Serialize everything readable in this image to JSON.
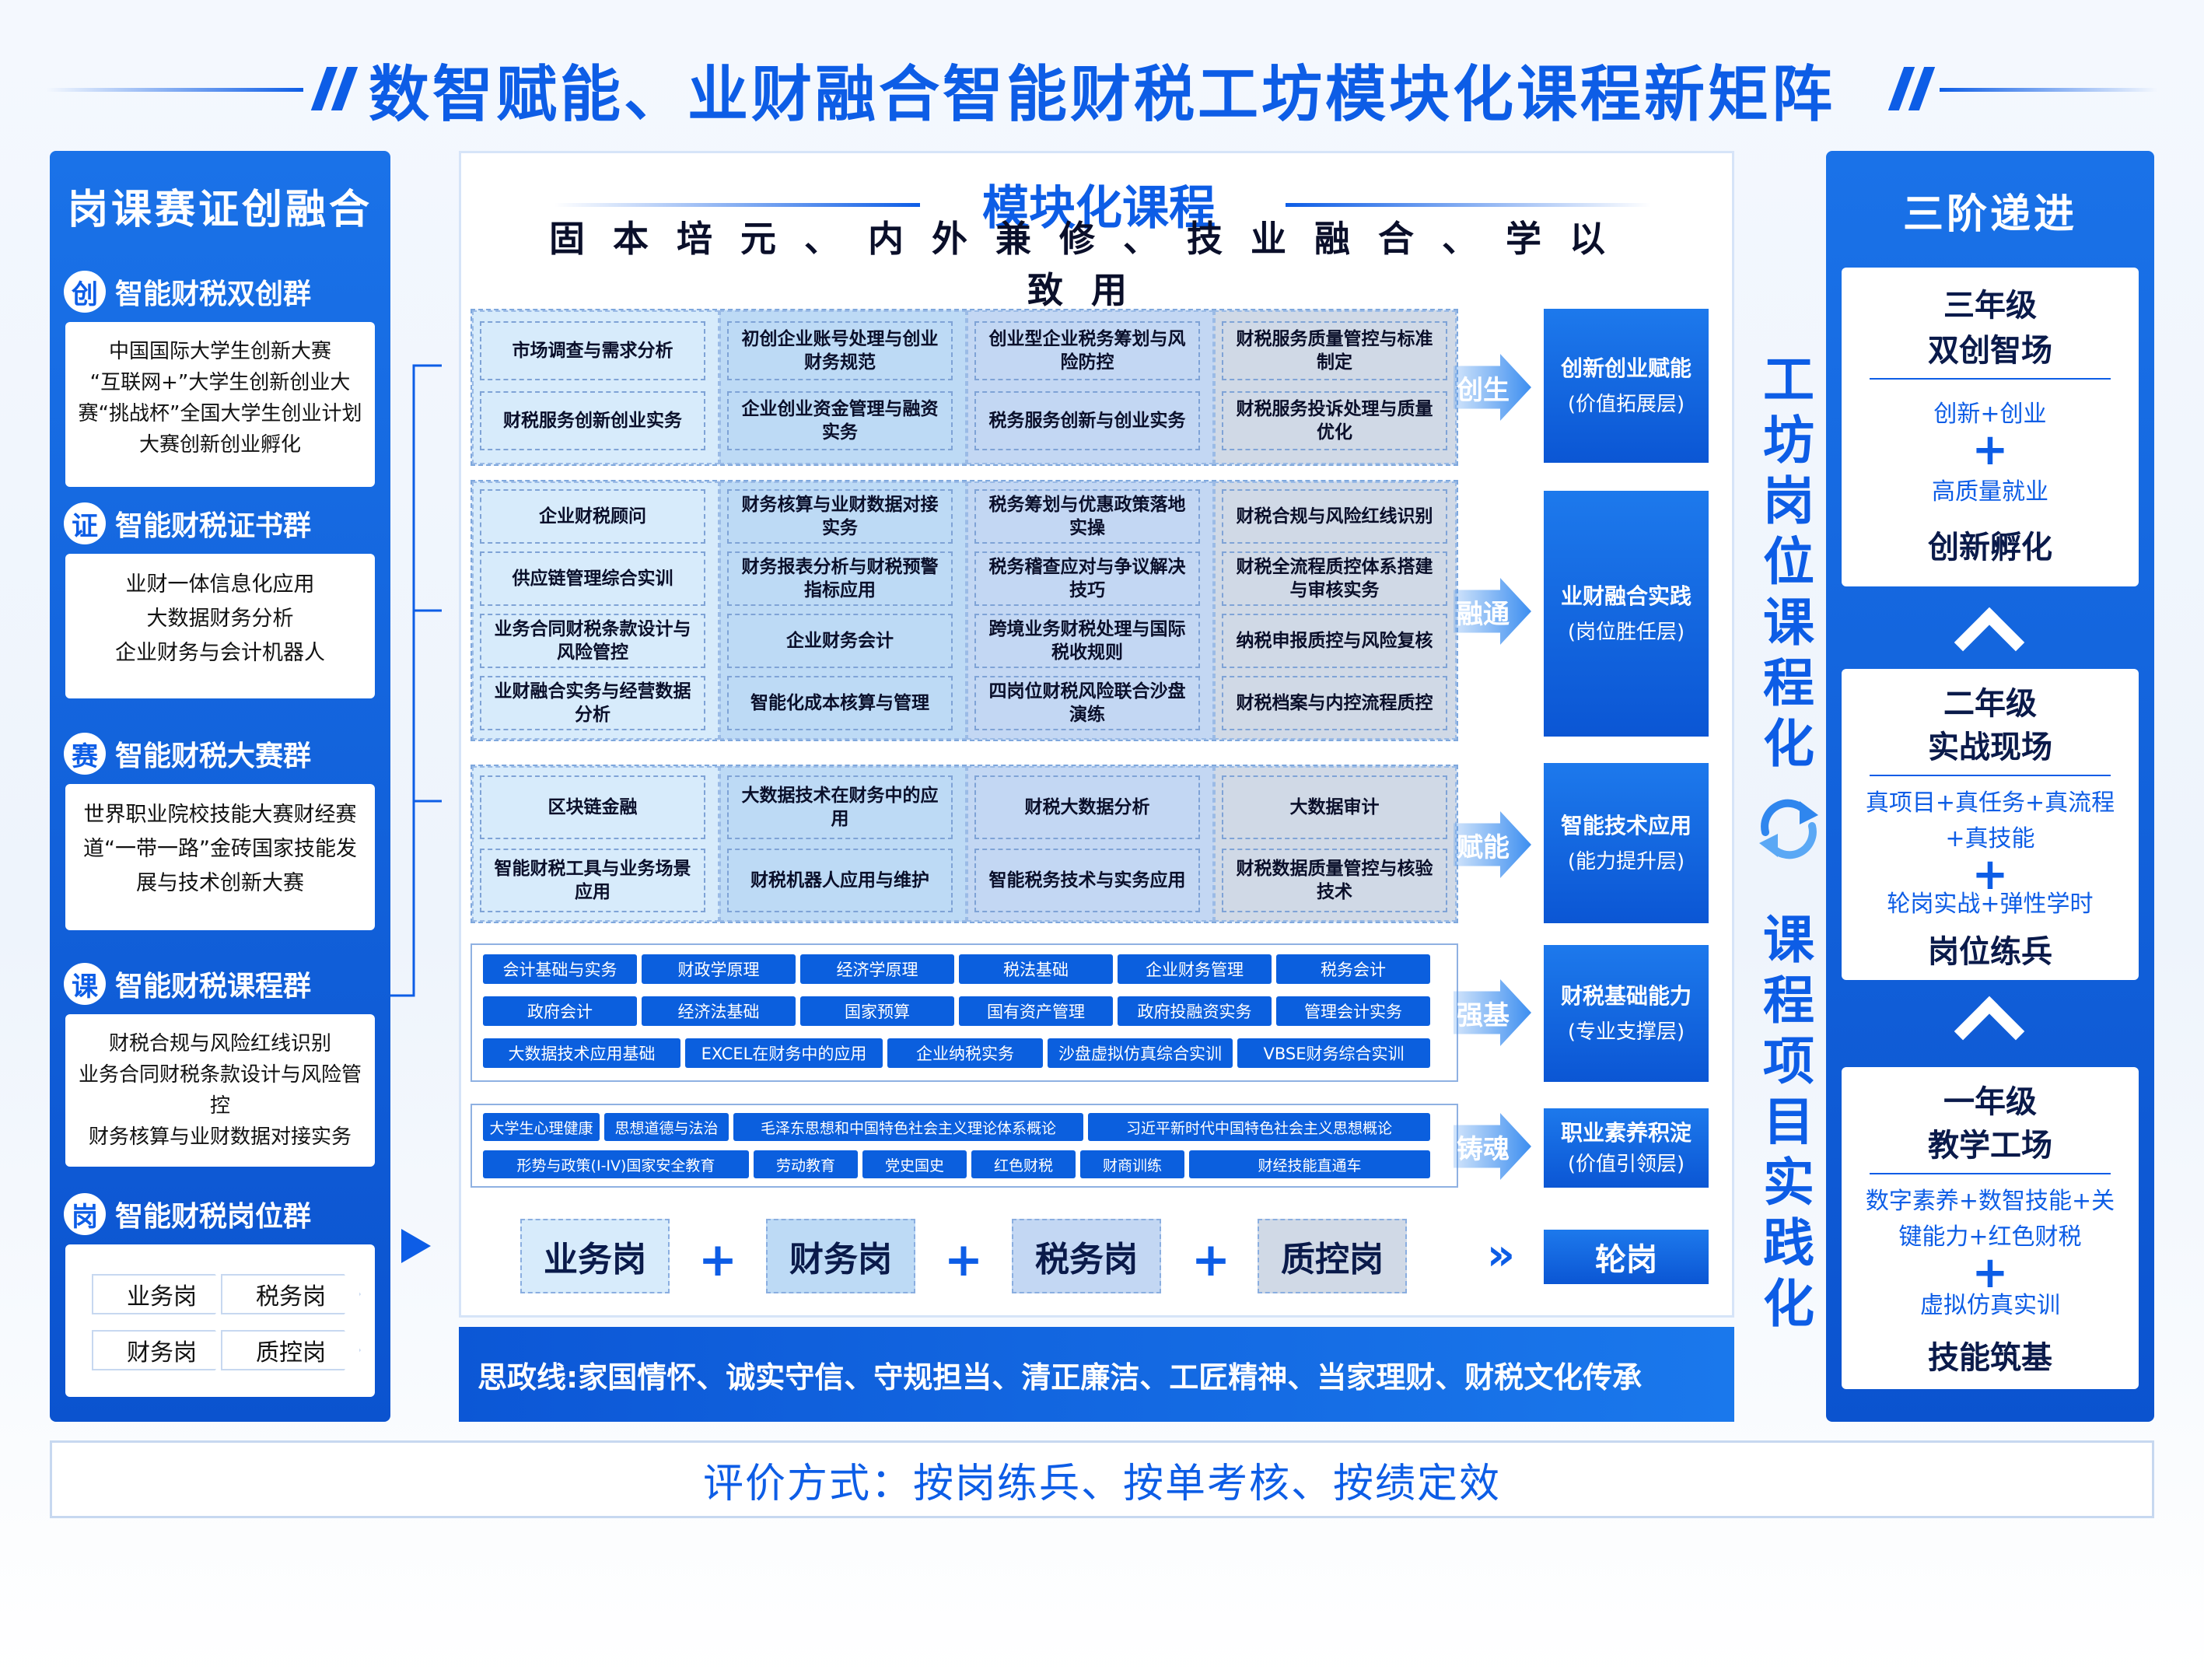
{
  "main_title": "数智赋能、业财融合智能财税工坊模块化课程新矩阵",
  "left": {
    "title": "岗课赛证创融合",
    "groups": [
      {
        "badge": "创",
        "name": "智能财税双创群",
        "text": "中国国际大学生创新大赛\n“互联网+”大学生创新创业大赛“挑战杯”全国大学生创业计划大赛创新创业孵化"
      },
      {
        "badge": "证",
        "name": "智能财税证书群",
        "text": "业财一体信息化应用\n大数据财务分析\n企业财务与会计机器人"
      },
      {
        "badge": "赛",
        "name": "智能财税大赛群",
        "text": "世界职业院校技能大赛财经赛道“一带一路”金砖国家技能发展与技术创新大赛"
      },
      {
        "badge": "课",
        "name": "智能财税课程群",
        "text": "财税合规与风险红线识别\n业务合同财税条款设计与风险管控\n财务核算与业财数据对接实务"
      },
      {
        "badge": "岗",
        "name": "智能财税岗位群",
        "posts": [
          "业务岗",
          "税务岗",
          "财务岗",
          "质控岗"
        ]
      }
    ]
  },
  "center": {
    "title": "模块化课程",
    "subtitle": "固本培元、内外兼修、技业融合、学以致用",
    "tier1": [
      [
        "市场调查与需求分析",
        "财税服务创新创业实务"
      ],
      [
        "初创企业账号处理与创业财务规范",
        "企业创业资金管理与融资实务"
      ],
      [
        "创业型企业税务筹划与风险防控",
        "税务服务创新与创业实务"
      ],
      [
        "财税服务质量管控与标准制定",
        "财税服务投诉处理与质量优化"
      ]
    ],
    "tier2": [
      [
        "企业财税顾问",
        "供应链管理综合实训",
        "业务合同财税条款设计与风险管控",
        "业财融合实务与经营数据分析"
      ],
      [
        "财务核算与业财数据对接实务",
        "财务报表分析与财税预警指标应用",
        "企业财务会计",
        "智能化成本核算与管理"
      ],
      [
        "税务筹划与优惠政策落地实操",
        "税务稽查应对与争议解决技巧",
        "跨境业务财税处理与国际税收规则",
        "四岗位财税风险联合沙盘演练"
      ],
      [
        "财税合规与风险红线识别",
        "财税全流程质控体系搭建与审核实务",
        "纳税申报质控与风险复核",
        "财税档案与内控流程质控"
      ]
    ],
    "tier3": [
      [
        "区块链金融",
        "智能财税工具与业务场景应用"
      ],
      [
        "大数据技术在财务中的应用",
        "财税机器人应用与维护"
      ],
      [
        "财税大数据分析",
        "智能税务技术与实务应用"
      ],
      [
        "大数据审计",
        "财税数据质量管控与核验技术"
      ]
    ],
    "tier4_rows": [
      [
        "会计基础与实务",
        "财政学原理",
        "经济学原理",
        "税法基础",
        "企业财务管理",
        "税务会计"
      ],
      [
        "政府会计",
        "经济法基础",
        "国家预算",
        "国有资产管理",
        "政府投融资实务",
        "管理会计实务"
      ],
      [
        "大数据技术应用基础",
        "EXCEL在财务中的应用",
        "企业纳税实务",
        "沙盘虚拟仿真综合实训",
        "VBSE财务综合实训"
      ]
    ],
    "tier5_rows": [
      [
        "大学生心理健康",
        "思想道德与法治",
        "毛泽东思想和中国特色社会主义理论体系概论",
        "习近平新时代中国特色社会主义思想概论"
      ],
      [
        "形势与政策(I-IV)国家安全教育",
        "劳动教育",
        "党史国史",
        "红色财税",
        "财商训练",
        "财经技能直通车"
      ]
    ],
    "arrows": [
      "创生",
      "融通",
      "赋能",
      "强基",
      "铸魂"
    ],
    "layers": [
      {
        "t": "创新创业赋能",
        "s": "(价值拓展层)"
      },
      {
        "t": "业财融合实践",
        "s": "(岗位胜任层)"
      },
      {
        "t": "智能技术应用",
        "s": "(能力提升层)"
      },
      {
        "t": "财税基础能力",
        "s": "(专业支撑层)"
      },
      {
        "t": "职业素养积淀",
        "s": "(价值引领层)"
      }
    ],
    "posts": [
      "业务岗",
      "财务岗",
      "税务岗",
      "质控岗"
    ],
    "rotation": "轮岗"
  },
  "red_line": "思政线:家国情怀、诚实守信、守规担当、清正廉洁、工匠精神、当家理财、财税文化传承",
  "evaluation": "评价方式：按岗练兵、按单考核、按绩定效",
  "vertical": {
    "top": "工坊岗位课程化",
    "bottom": "课程项目实践化"
  },
  "right": {
    "title": "三阶递进",
    "stages": [
      {
        "grade": "三年级",
        "name": "双创智场",
        "l1": "创新+创业",
        "l2": "高质量就业",
        "tail": "创新孵化"
      },
      {
        "grade": "二年级",
        "name": "实战现场",
        "l1": "真项目+真任务+真流程+真技能",
        "l2": "轮岗实战+弹性学时",
        "tail": "岗位练兵"
      },
      {
        "grade": "一年级",
        "name": "教学工场",
        "l1": "数字素养+数智技能+关键能力+红色财税",
        "l2": "虚拟仿真实训",
        "tail": "技能筑基"
      }
    ]
  },
  "colors": {
    "primary": "#0d5de6",
    "panel": "#0b53cf",
    "arrow": "#3c8ef0"
  }
}
